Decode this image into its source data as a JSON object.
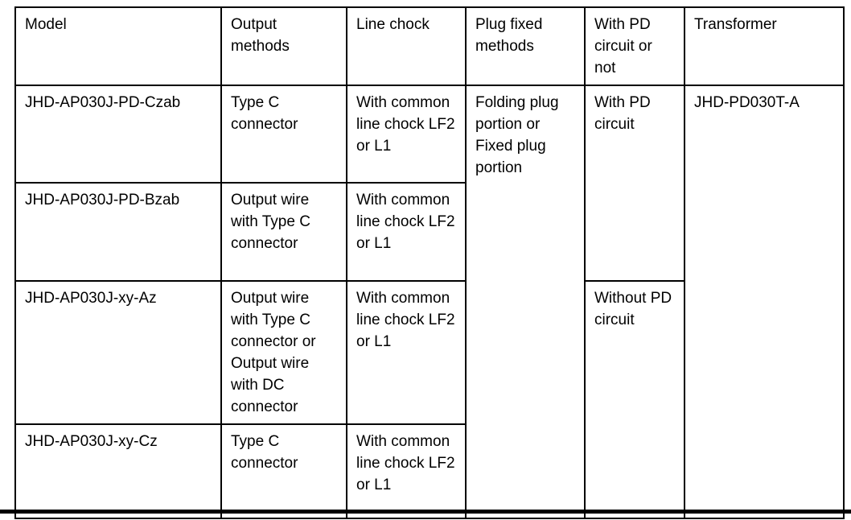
{
  "table": {
    "headers": [
      "Model",
      "Output methods",
      "Line chock",
      "Plug fixed methods",
      "With PD circuit or not",
      "Transformer"
    ],
    "rows": [
      {
        "model": "JHD-AP030J-PD-Czab",
        "output": "Type C connector",
        "chock": "With common line chock LF2 or L1"
      },
      {
        "model": "JHD-AP030J-PD-Bzab",
        "output": "Output wire with Type C connector",
        "chock": "With common line chock LF2 or L1"
      },
      {
        "model": "JHD-AP030J-xy-Az",
        "output": "Output wire with Type C connector or Output wire with DC connector",
        "chock": "With common line chock LF2 or L1"
      },
      {
        "model": "JHD-AP030J-xy-Cz",
        "output": "Type C connector",
        "chock": "With common line chock LF2 or L1"
      }
    ],
    "plug_fixed_methods_value": "Folding plug portion or Fixed plug portion",
    "pd_circuit_with": "With PD circuit",
    "pd_circuit_without": "Without PD circuit",
    "transformer_value": "JHD-PD030T-A"
  },
  "colors": {
    "border": "#000000",
    "text": "#000000",
    "background": "#ffffff"
  }
}
